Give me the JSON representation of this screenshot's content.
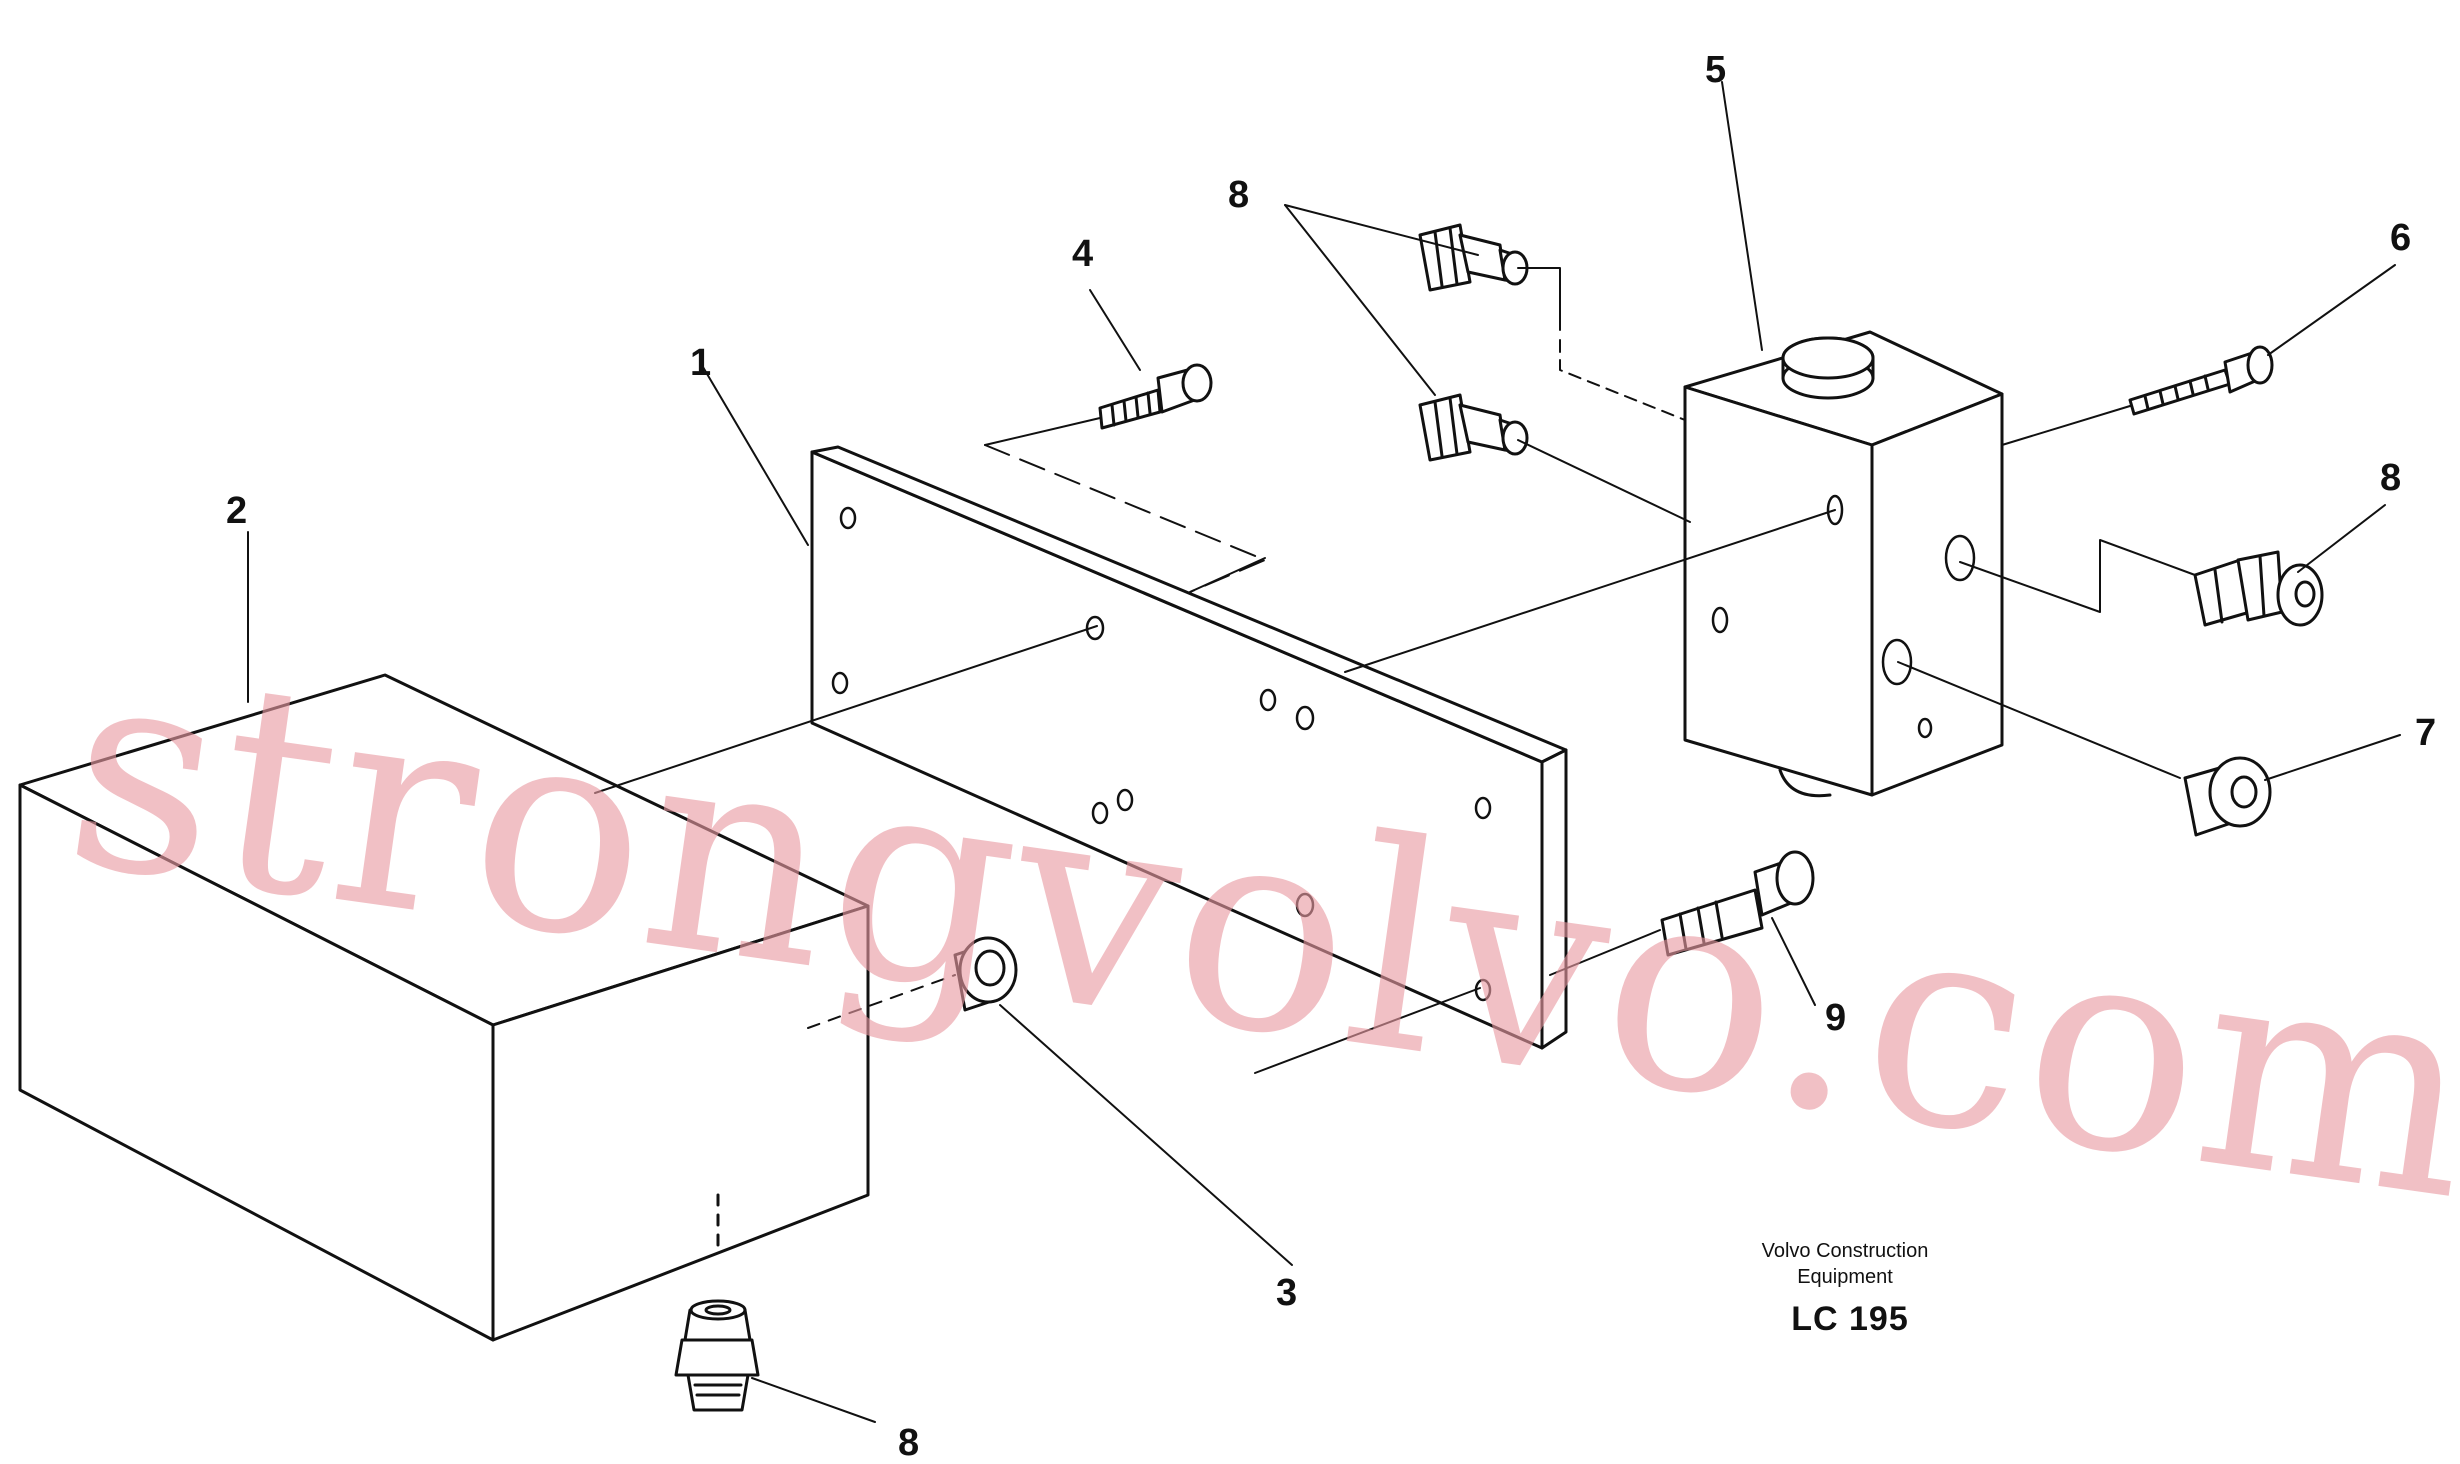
{
  "callouts": {
    "c1": "1",
    "c2": "2",
    "c3": "3",
    "c4": "4",
    "c5": "5",
    "c6": "6",
    "c7": "7",
    "c8a": "8",
    "c8b": "8",
    "c8c": "8",
    "c9": "9"
  },
  "footer": {
    "line1": "Volvo Construction",
    "line2": "Equipment",
    "code": "LC 195"
  },
  "watermark": "strongvolvo.com"
}
